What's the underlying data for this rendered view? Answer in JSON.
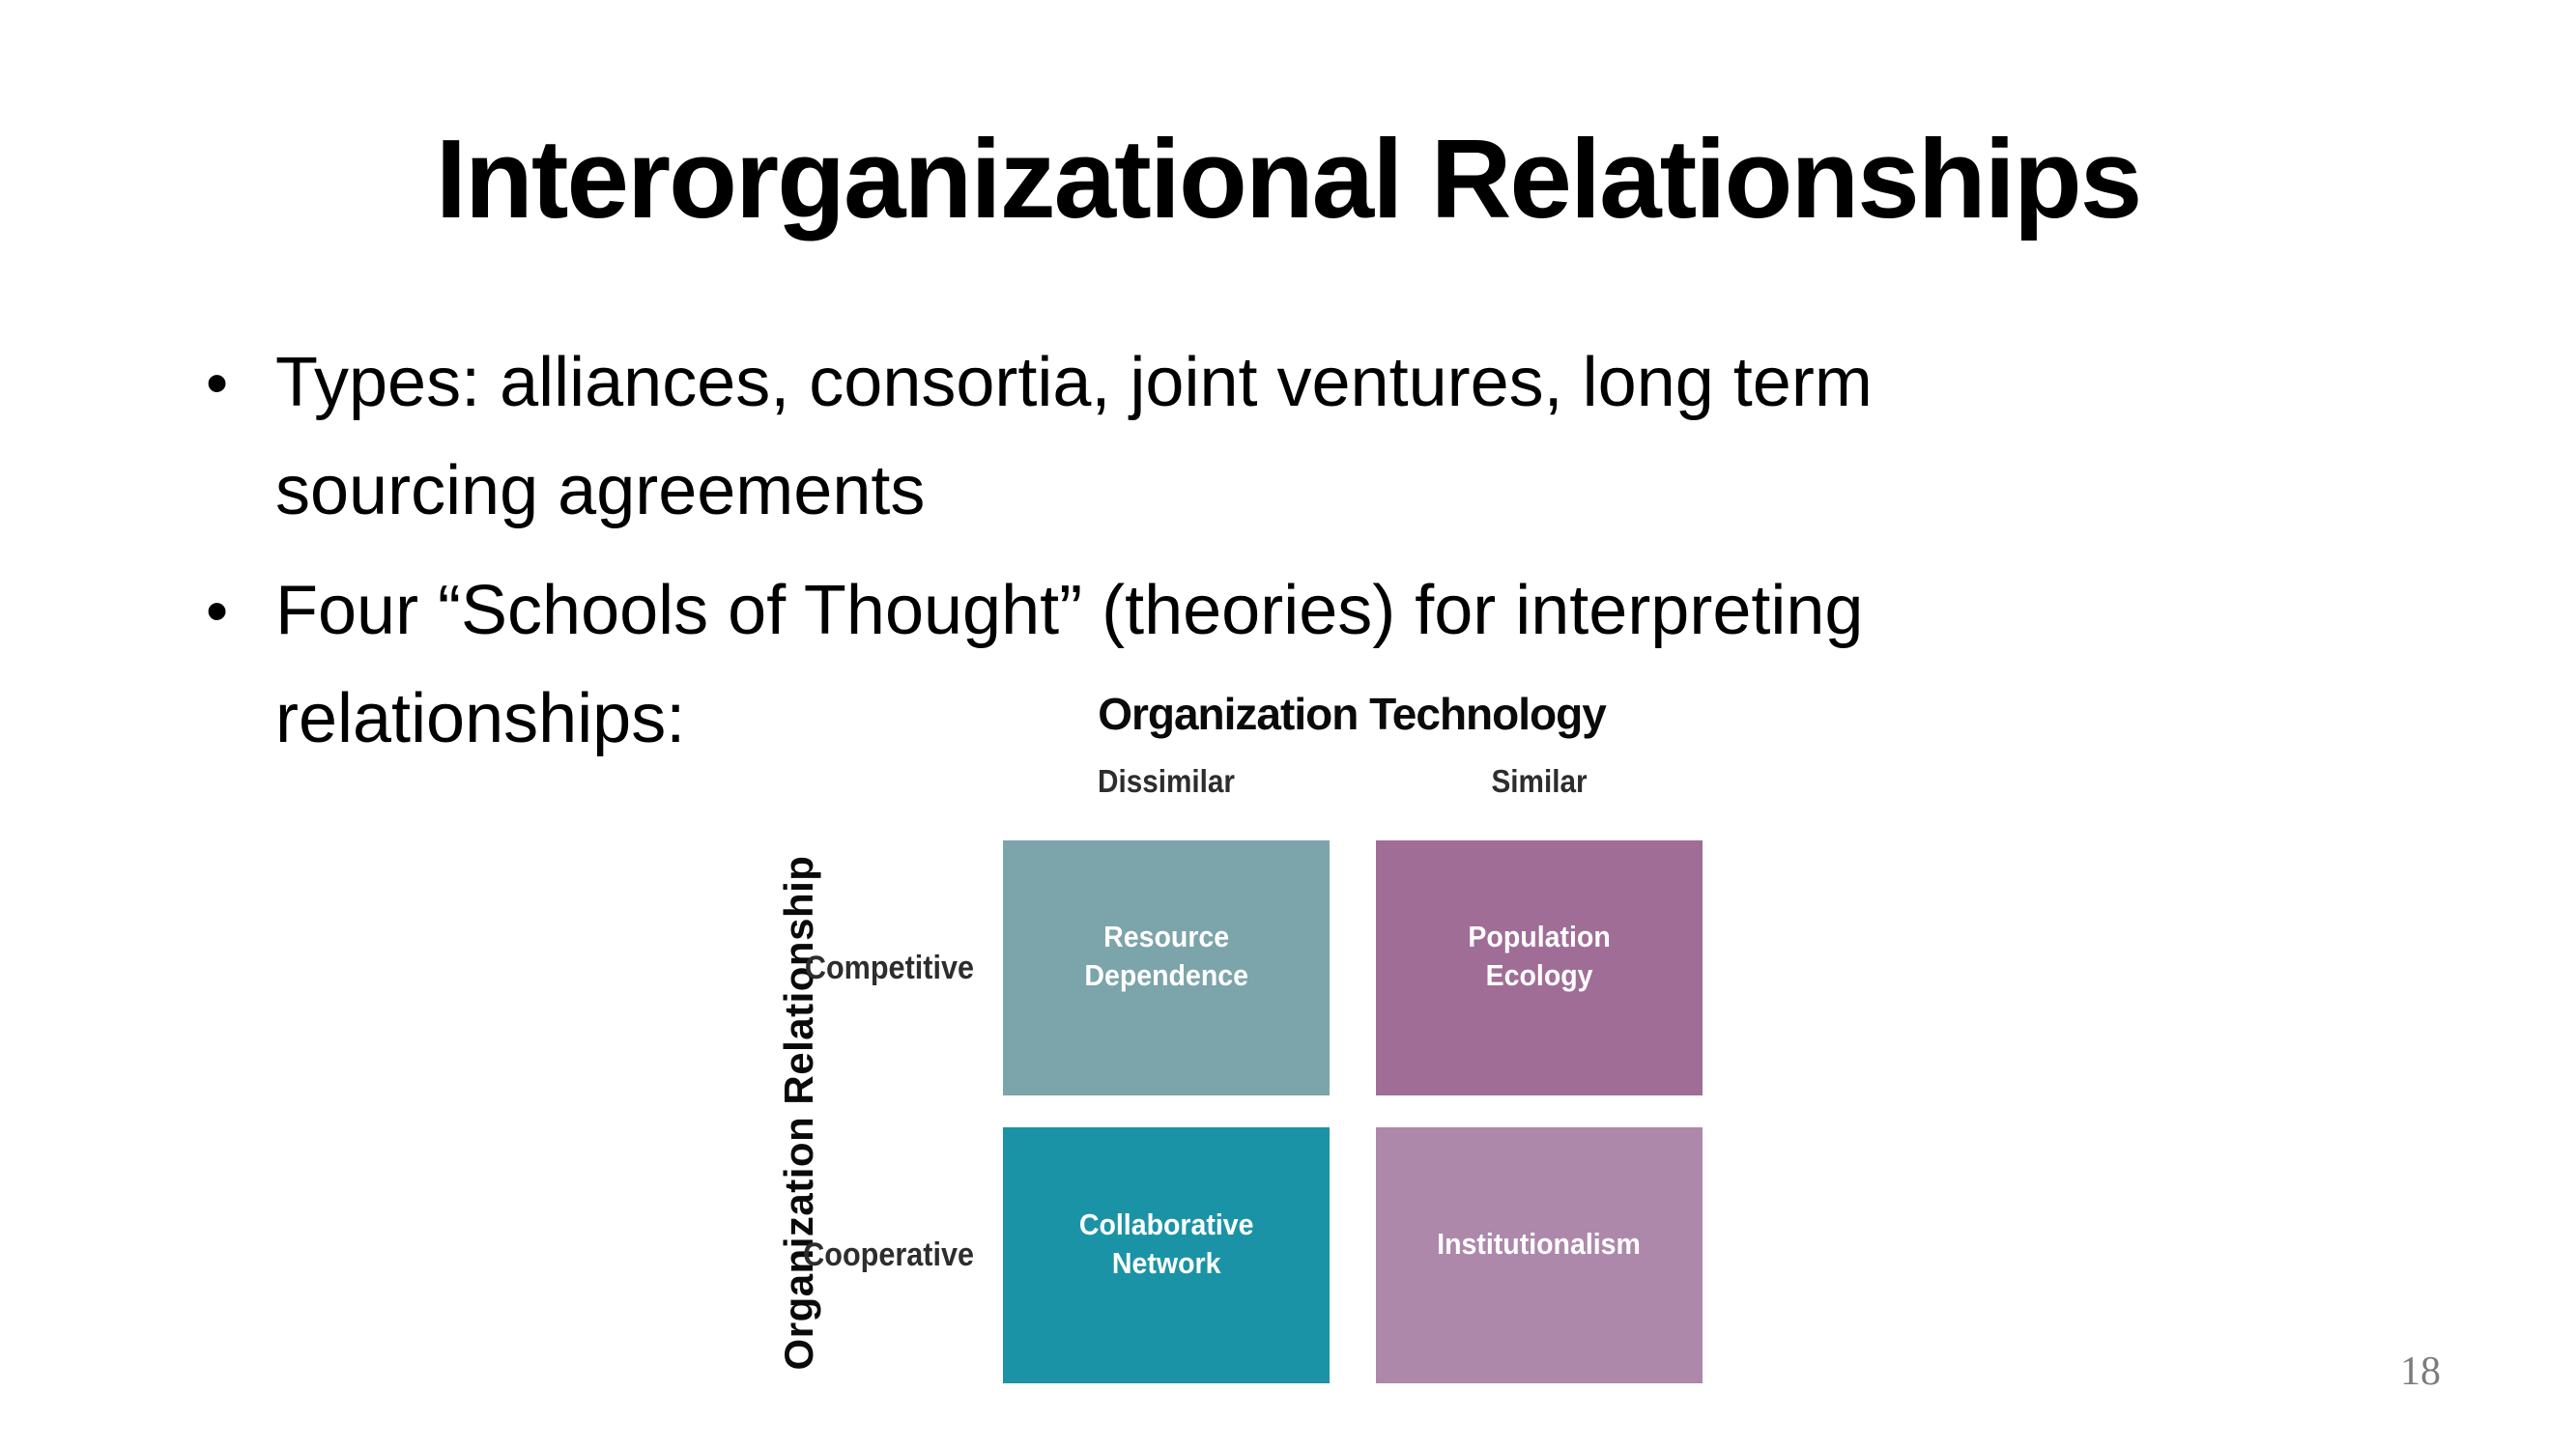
{
  "title": "Interorganizational Relationships",
  "bullet_char": "•",
  "bullets": [
    {
      "lines": [
        "Types: alliances, consortia, joint ventures, long term",
        "sourcing agreements"
      ]
    },
    {
      "lines": [
        "Four “Schools of Thought” (theories) for interpreting",
        "relationships:"
      ]
    }
  ],
  "matrix": {
    "col_axis_title": "Organization Technology",
    "col_labels": [
      "Dissimilar",
      "Similar"
    ],
    "row_axis_title": "Organization Relationship",
    "row_labels": [
      "Competitive",
      "Cooperative"
    ],
    "cells": [
      {
        "lines": [
          "Resource",
          "Dependence"
        ],
        "color": "#7ba4ab"
      },
      {
        "lines": [
          "Population",
          "Ecology"
        ],
        "color": "#a06d96"
      },
      {
        "lines": [
          "Collaborative",
          "Network"
        ],
        "color": "#1b93a6"
      },
      {
        "lines": [
          "Institutionalism"
        ],
        "color": "#ad88ab"
      }
    ]
  },
  "page_number": "18"
}
